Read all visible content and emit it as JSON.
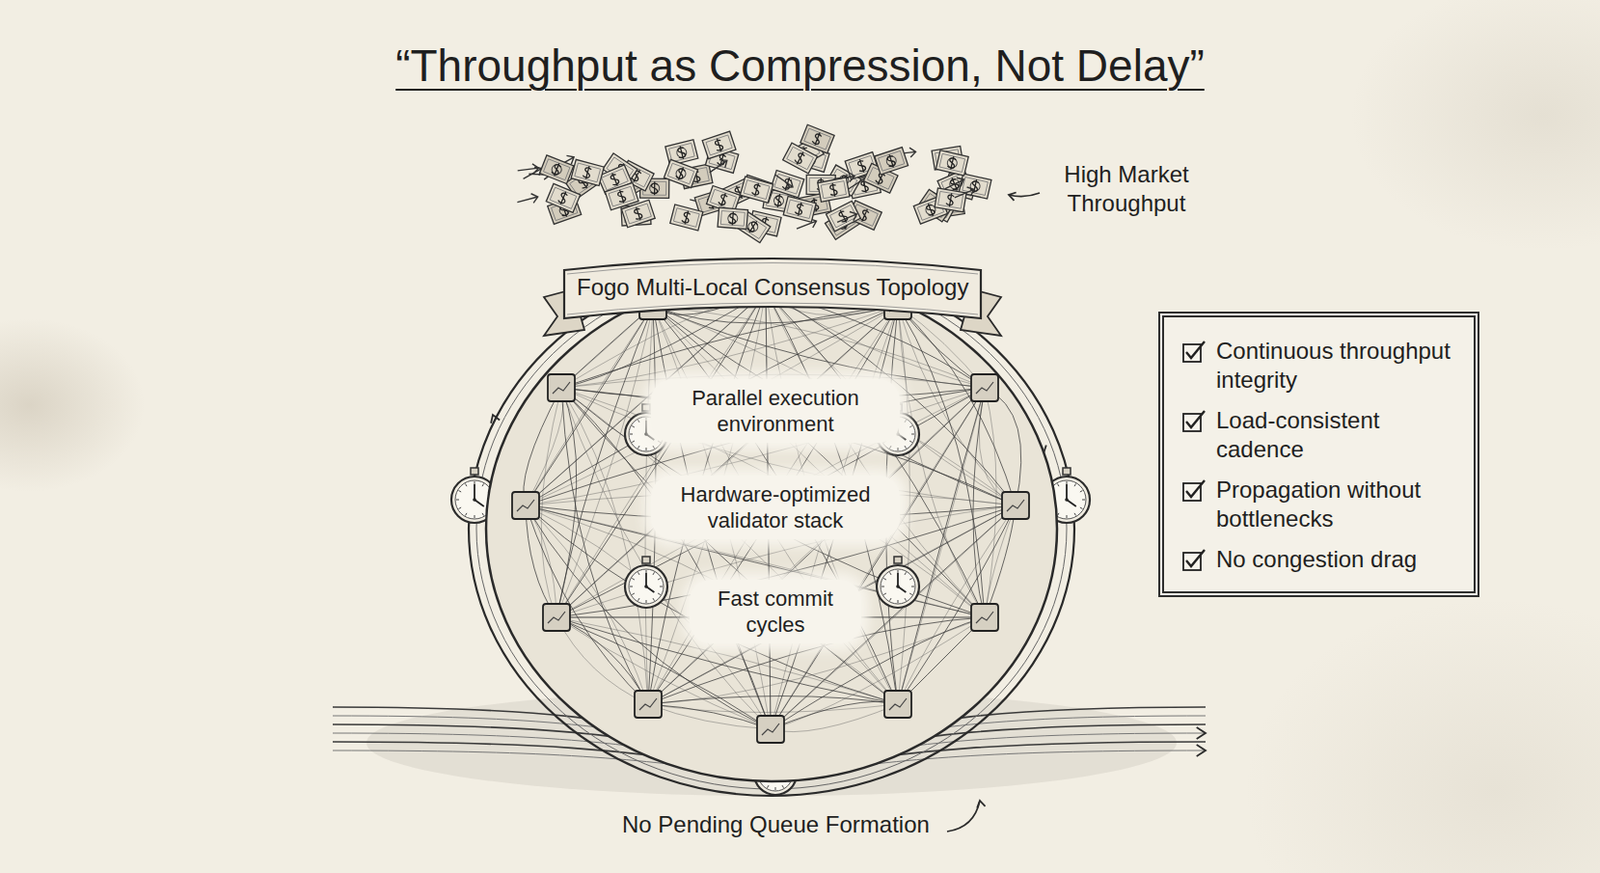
{
  "diagram": {
    "title": "“Throughput as Compression, Not Delay”",
    "nodes": [
      {
        "text": [
          "Fogo Multi-Local Consensus Topology"
        ]
      },
      {
        "text": [
          "Parallel execution environment",
          "Hardware-optimized validator stack",
          "Fast commit cycles"
        ]
      },
      {
        "text": [
          "Continuous throughput integrity",
          "Load-consistent cadence",
          "Propagation without bottlenecks",
          "No congestion drag"
        ]
      }
    ],
    "labels": [
      "High Market Throughput",
      "No Pending Queue Formation"
    ]
  }
}
